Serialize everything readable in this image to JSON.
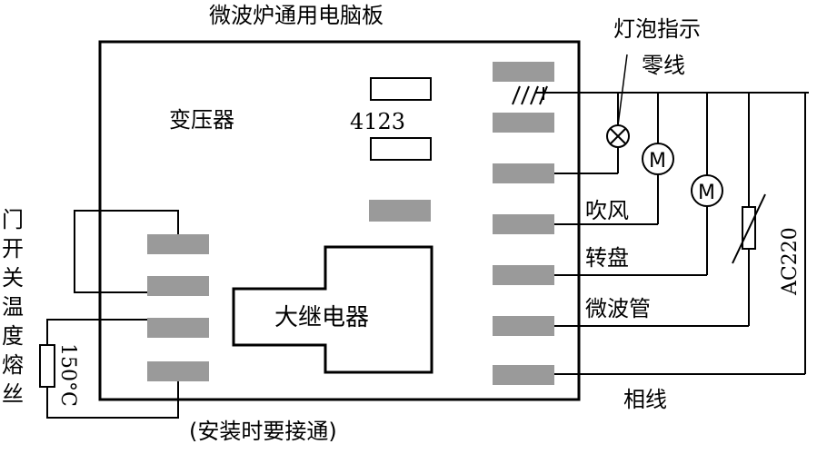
{
  "board": {
    "title": "微波炉通用电脑板",
    "transformer_label": "变压器",
    "relay_label": "大继电器",
    "chip_label": "4123",
    "install_note": "(安装时要接通)"
  },
  "door_switch_label": "门开关",
  "fuse": {
    "label": "温度熔丝",
    "rating": "150°C"
  },
  "loads": {
    "lamp_label": "灯泡指示",
    "neutral_label": "零线",
    "fan_label": "吹风",
    "turntable_label": "转盘",
    "magnetron_label": "微波管",
    "live_label": "相线",
    "supply_label": "AC220"
  },
  "symbols": {
    "motor_letter": "M",
    "lamp_icon": "lamp-cross-icon",
    "motor_icon": "motor-icon"
  },
  "colors": {
    "terminal_fill": "#9a9a9a",
    "line": "#000000"
  }
}
